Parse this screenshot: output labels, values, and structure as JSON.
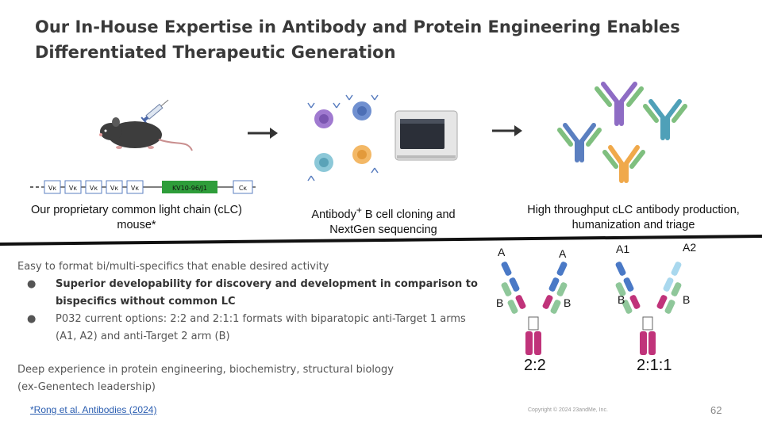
{
  "title": "Our In-House Expertise in Antibody and Protein Engineering Enables Differentiated Therapeutic Generation",
  "gene_map": {
    "segments": [
      "Vκ",
      "Vκ",
      "Vκ",
      "Vκ",
      "Vκ"
    ],
    "highlight": "KV10-96/J1",
    "constant": "Cκ"
  },
  "steps": [
    {
      "caption_line1": "Our proprietary common light chain (cLC)",
      "caption_line2": "mouse*"
    },
    {
      "caption_prefix": "Antibody",
      "caption_sup": "+",
      "caption_line1": " B cell cloning and",
      "caption_line2": "NextGen sequencing"
    },
    {
      "caption_line1": "High throughput cLC antibody production,",
      "caption_line2": "humanization and triage"
    }
  ],
  "body": {
    "intro": "Easy to format bi/multi-specifics that enable desired activity",
    "bullet_symbol": "●",
    "bullet1_line1": "Superior developability for discovery and development in comparison to",
    "bullet1_line2": "bispecifics without common LC",
    "bullet2_line1": "P032 current options: 2:2 and 2:1:1 formats with biparatopic anti-Target 1 arms",
    "bullet2_line2": "(A1, A2) and anti-Target 2 arm (B)",
    "experience_line1": "Deep experience in protein engineering, biochemistry, structural biology",
    "experience_line2": "(ex-Genentech leadership)"
  },
  "formats": {
    "left": {
      "label_a1": "A",
      "label_a2": "A",
      "label_b1": "B",
      "label_b2": "B",
      "ratio": "2:2"
    },
    "right": {
      "label_a1": "A1",
      "label_a2": "A2",
      "label_b1": "B",
      "label_b2": "B",
      "ratio": "2:1:1"
    }
  },
  "footer": {
    "footnote": "*Rong et al. Antibodies (2024)",
    "copyright": "Copyright © 2024 23andMe, Inc.",
    "page_number": "62"
  },
  "colors": {
    "mouse": "#3b3b3b",
    "green_segment": "#2e9d3a",
    "antibody_purple": "#8e6cc4",
    "antibody_blue": "#5b7fc0",
    "antibody_teal": "#4fa0b8",
    "antibody_orange": "#f0a94b",
    "antibody_green": "#7fbf7f",
    "format_magenta": "#c0337a",
    "format_blue": "#4a79c6",
    "format_green": "#8fc79a",
    "format_lightblue": "#a9d8ee"
  },
  "icons": [
    "syringe-icon",
    "mouse-icon",
    "arrow-right-icon",
    "b-cell-icon",
    "sequencer-icon",
    "antibody-icon"
  ]
}
